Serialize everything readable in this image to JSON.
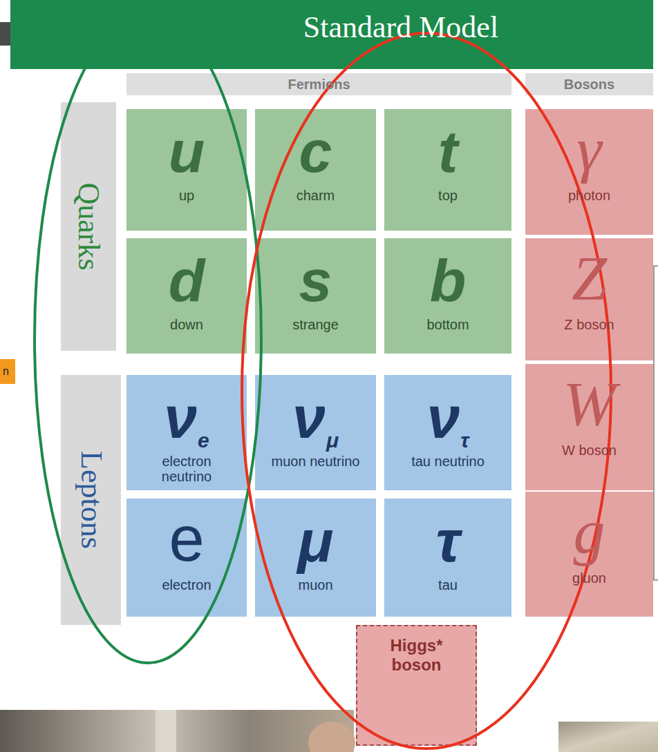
{
  "diagram": {
    "title": "Standard Model",
    "nodes": [
      {
        "text": [
          "Fermions"
        ]
      },
      {
        "text": [
          "Bosons"
        ]
      },
      {
        "text": [
          "Quarks"
        ]
      },
      {
        "text": [
          "u",
          "up"
        ]
      },
      {
        "text": [
          "c",
          "charm"
        ]
      },
      {
        "text": [
          "t",
          "top"
        ]
      },
      {
        "text": [
          "γ",
          "photon"
        ]
      },
      {
        "text": [
          "d",
          "down"
        ]
      },
      {
        "text": [
          "s",
          "strange"
        ]
      },
      {
        "text": [
          "b",
          "bottom"
        ]
      },
      {
        "text": [
          "Z",
          "Z boson"
        ]
      },
      {
        "text": [
          "Leptons"
        ]
      },
      {
        "text": [
          "ν",
          "e",
          "electron neutrino"
        ]
      },
      {
        "text": [
          "ν",
          "μ",
          "muon neutrino"
        ]
      },
      {
        "text": [
          "ν",
          "τ",
          "tau neutrino"
        ]
      },
      {
        "text": [
          "W",
          "W boson"
        ]
      },
      {
        "text": [
          "e",
          "electron"
        ]
      },
      {
        "text": [
          "μ",
          "muon"
        ]
      },
      {
        "text": [
          "τ",
          "tau"
        ]
      },
      {
        "text": [
          "g",
          "gluon"
        ]
      },
      {
        "text": [
          "Higgs* boson"
        ]
      }
    ],
    "labels": [
      "n"
    ]
  }
}
